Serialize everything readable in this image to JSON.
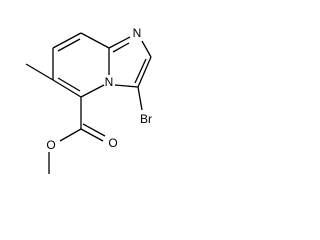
{
  "molecule": {
    "atoms": {
      "n_imidazole": "N",
      "n_bridgehead": "N",
      "bromine": "Br",
      "ester_carbonyl_o": "O",
      "ester_alkoxy_o": "O"
    }
  }
}
